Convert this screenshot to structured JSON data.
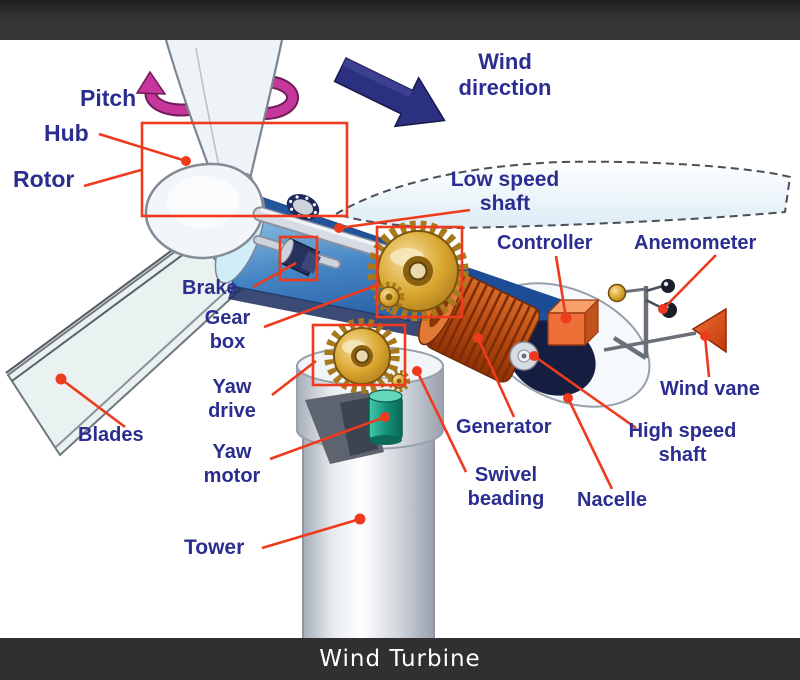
{
  "caption": {
    "text": "Wind Turbine"
  },
  "labels": {
    "pitch": {
      "text": "Pitch"
    },
    "hub": {
      "text": "Hub"
    },
    "rotor": {
      "text": "Rotor"
    },
    "wind_direction": {
      "line1": "Wind",
      "line2": "direction"
    },
    "low_speed_shaft": {
      "line1": "Low speed",
      "line2": "shaft"
    },
    "controller": {
      "text": "Controller"
    },
    "anemometer": {
      "text": "Anemometer"
    },
    "brake": {
      "text": "Brake"
    },
    "gear_box": {
      "line1": "Gear",
      "line2": "box"
    },
    "yaw_drive": {
      "line1": "Yaw",
      "line2": "drive"
    },
    "yaw_motor": {
      "line1": "Yaw",
      "line2": "motor"
    },
    "blades": {
      "text": "Blades"
    },
    "generator": {
      "text": "Generator"
    },
    "high_speed_shaft": {
      "line1": "High speed",
      "line2": "shaft"
    },
    "wind_vane": {
      "text": "Wind vane"
    },
    "swivel_beading": {
      "line1": "Swivel",
      "line2": "beading"
    },
    "nacelle": {
      "text": "Nacelle"
    },
    "tower": {
      "text": "Tower"
    }
  },
  "colors": {
    "label_text": "#2b2e8f",
    "leader_red": "#ee3b1d",
    "bar_background": "#333333",
    "caption_text": "#ffffff",
    "nacelle_blue": "#2f6fb5",
    "gear_gold": "#d9a62e",
    "generator_red": "#b5490f",
    "controller_orange": "#ee7038",
    "yaw_motor_teal": "#14937a",
    "pitch_magenta": "#c5379c",
    "wind_arrow_navy": "#272c6e",
    "wind_vane_orange": "#e85520"
  }
}
